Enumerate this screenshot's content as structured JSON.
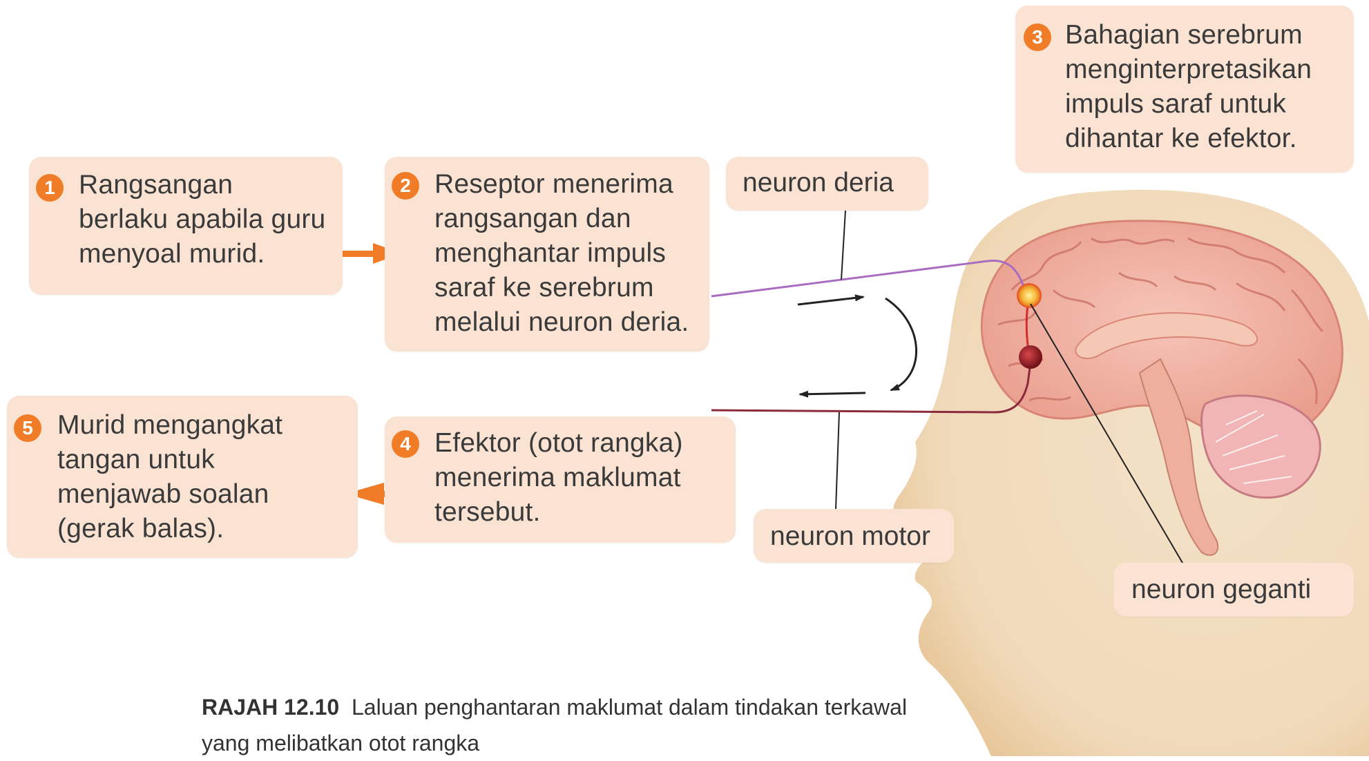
{
  "steps": [
    {
      "num": "1",
      "text": "Rangsangan\nberlaku apabila guru\nmenyoal murid."
    },
    {
      "num": "2",
      "text": "Reseptor menerima\nrangsangan dan\nmenghantar impuls\nsaraf ke serebrum\nmelalui neuron deria."
    },
    {
      "num": "3",
      "text": "Bahagian serebrum\nmenginterpretasikan\nimpuls saraf untuk\ndihantar ke efektor."
    },
    {
      "num": "4",
      "text": "Efektor (otot rangka)\nmenerima maklumat\ntersebut."
    },
    {
      "num": "5",
      "text": "Murid mengangkat\ntangan untuk\nmenjawab soalan\n(gerak balas)."
    }
  ],
  "labels": {
    "sensory": "neuron deria",
    "motor": "neuron motor",
    "relay": "neuron geganti"
  },
  "caption": {
    "ref": "RAJAH 12.10",
    "text": "Laluan penghantaran maklumat dalam tindakan terkawal\nyang melibatkan otot rangka"
  },
  "colors": {
    "box": "#fbe3d3",
    "badge": "#f07c27",
    "arrow": "#f07c27",
    "sensory_line": "#a86cc1",
    "motor_line": "#8a2a3a"
  }
}
